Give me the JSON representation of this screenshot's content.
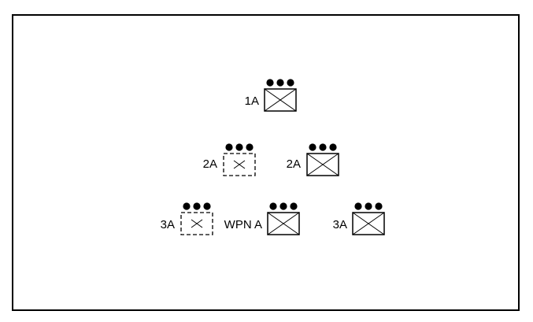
{
  "diagram": {
    "units": [
      {
        "id": "u1a",
        "label": "1A",
        "dashed": false,
        "echelon_dots": 3
      },
      {
        "id": "u2a-left",
        "label": "2A",
        "dashed": true,
        "echelon_dots": 3
      },
      {
        "id": "u2a-right",
        "label": "2A",
        "dashed": false,
        "echelon_dots": 3
      },
      {
        "id": "u3a-left",
        "label": "3A",
        "dashed": true,
        "echelon_dots": 3
      },
      {
        "id": "uwpna",
        "label": "WPN A",
        "dashed": false,
        "echelon_dots": 3
      },
      {
        "id": "u3a-right",
        "label": "3A",
        "dashed": false,
        "echelon_dots": 3
      }
    ],
    "colors": {
      "stroke": "#000000",
      "background": "#ffffff"
    },
    "symbol_type": "infantry-unit-icon"
  }
}
